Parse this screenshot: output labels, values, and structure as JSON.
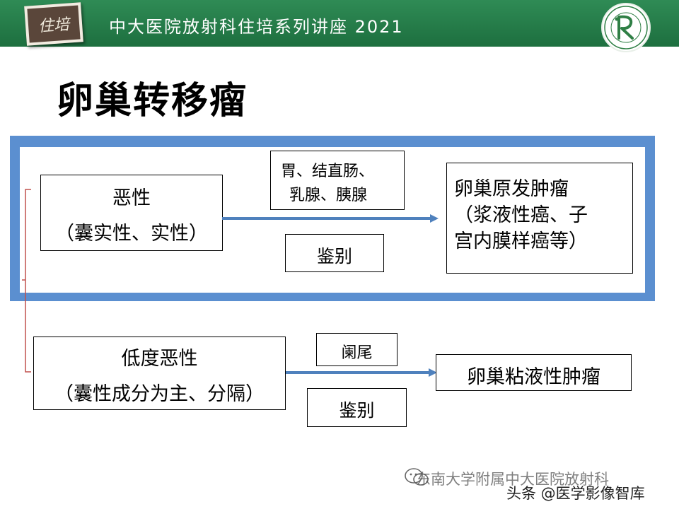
{
  "header": {
    "badge_text": "住培",
    "title": "中大医院放射科住培系列讲座 2021",
    "background_color": "#1d6f3f",
    "logo_icon": "hospital-radiology-seal-icon"
  },
  "slide": {
    "title": "卵巢转移瘤"
  },
  "diagram": {
    "frame_color": "#5b8fd0",
    "malignant": {
      "line1": "恶性",
      "line2": "（囊实性、实性）"
    },
    "malignant_sources": {
      "line1": "胃、结直肠、",
      "line2": "乳腺、胰腺"
    },
    "malignant_diff_label": "鉴别",
    "primary_tumor": {
      "line1": "卵巢原发肿瘤",
      "line2": "（浆液性癌、子",
      "line3": "宫内膜样癌等）"
    },
    "low_malignant": {
      "line1": "低度恶性",
      "line2": "（囊性成分为主、分隔）"
    },
    "low_sources": "阑尾",
    "low_diff_label": "鉴别",
    "mucinous_tumor": "卵巢粘液性肿瘤",
    "arrow_color": "#4f81bd",
    "bracket_color": "#c0504d"
  },
  "watermark": {
    "line1": "东南大学附属中大医院放射科",
    "line2": "头条 @医学影像智库",
    "icon": "wechat-icon"
  }
}
